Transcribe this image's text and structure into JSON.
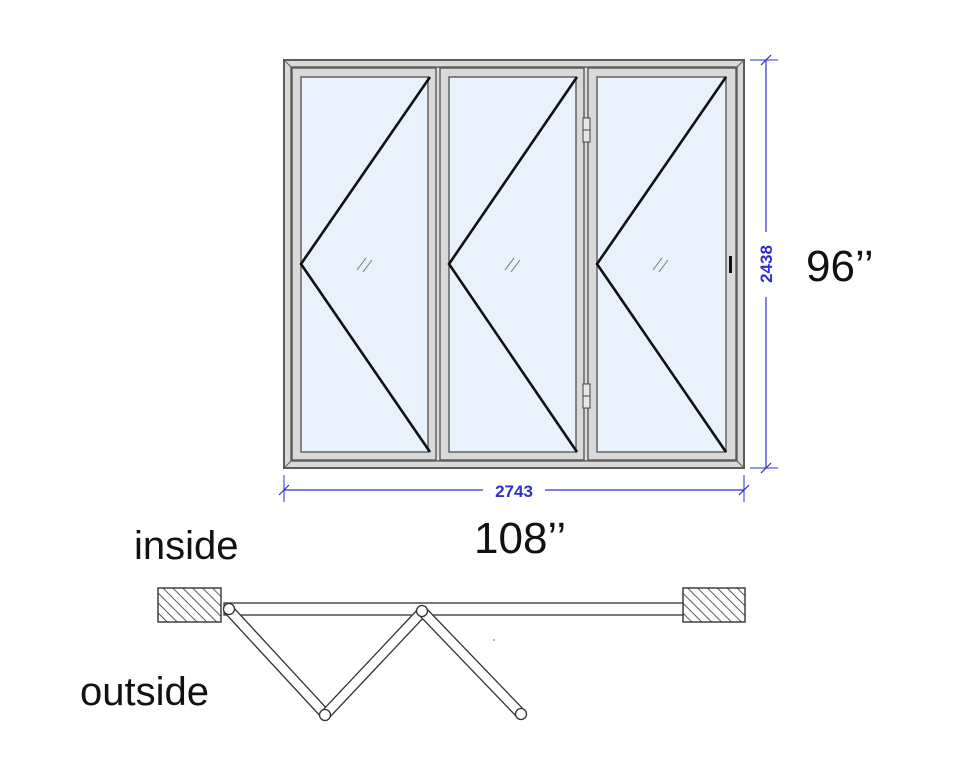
{
  "colors": {
    "frame_stroke": "#5a5a5a",
    "frame_fill": "#d9d9d9",
    "glass": "#e8f2fc",
    "dimension": "#2e2ecc",
    "swing_line": "#111111",
    "wall_hatch": "#333333"
  },
  "dimensions": {
    "width_mm": "2743",
    "height_mm": "2438",
    "width_in": "108’’",
    "height_in": "96’’"
  },
  "labels": {
    "inside": "inside",
    "outside": "outside"
  },
  "elevation": {
    "panel_count": 3,
    "opening_direction": "left"
  }
}
